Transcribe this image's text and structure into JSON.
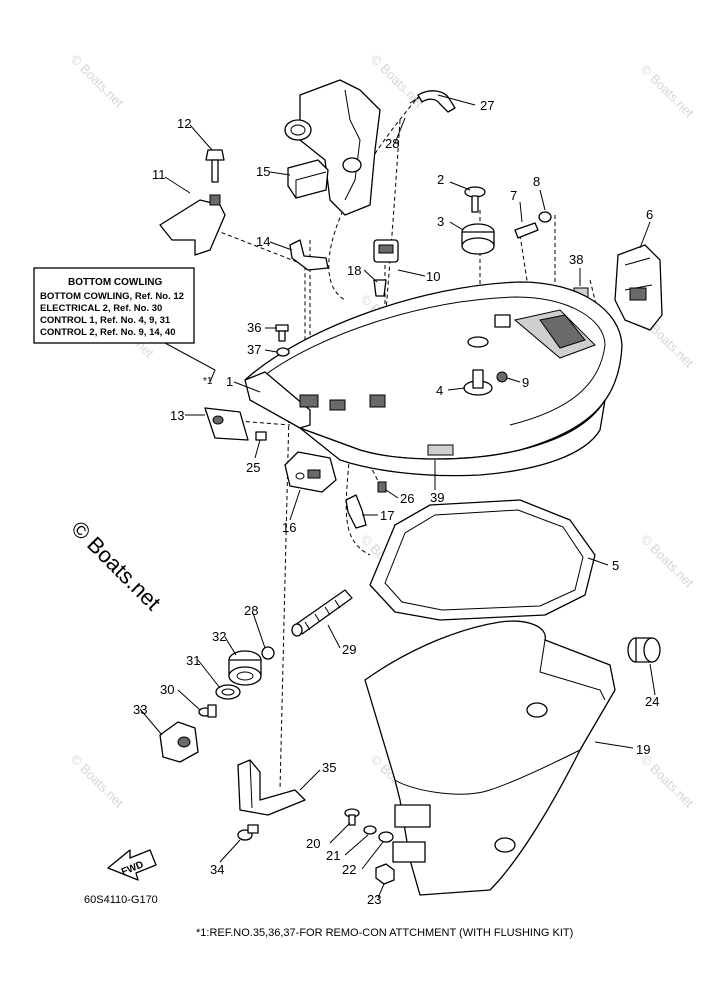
{
  "watermarks": {
    "small": "© Boats.net",
    "big": "© Boats.net"
  },
  "info_box": {
    "title": "BOTTOM COWLING",
    "lines": [
      "BOTTOM COWLING, Ref. No. 12",
      "ELECTRICAL 2,  Ref. No. 30",
      "CONTROL 1,  Ref. No. 4, 9, 31",
      "CONTROL 2,  Ref. No. 9, 14, 40"
    ]
  },
  "part_numbers": {
    "p1": "1",
    "p2": "2",
    "p3": "3",
    "p4": "4",
    "p5": "5",
    "p6": "6",
    "p7": "7",
    "p8": "8",
    "p9": "9",
    "p10": "10",
    "p11": "11",
    "p12": "12",
    "p13": "13",
    "p14": "14",
    "p15": "15",
    "p16": "16",
    "p17": "17",
    "p18": "18",
    "p19": "19",
    "p20": "20",
    "p21": "21",
    "p22": "22",
    "p23": "23",
    "p24": "24",
    "p25": "25",
    "p26": "26",
    "p27": "27",
    "p28a": "28",
    "p28b": "28",
    "p29": "29",
    "p30": "30",
    "p31": "31",
    "p32": "32",
    "p33": "33",
    "p34": "34",
    "p35": "35",
    "p36": "36",
    "p37": "37",
    "p38": "38",
    "p39": "39"
  },
  "fwd_label": "FWD",
  "diagram_code": "60S4110-G170",
  "footnote": "*1:REF.NO.35,36,37-FOR REMO-CON ATTCHMENT (WITH FLUSHING KIT)",
  "note_mark": "*1"
}
